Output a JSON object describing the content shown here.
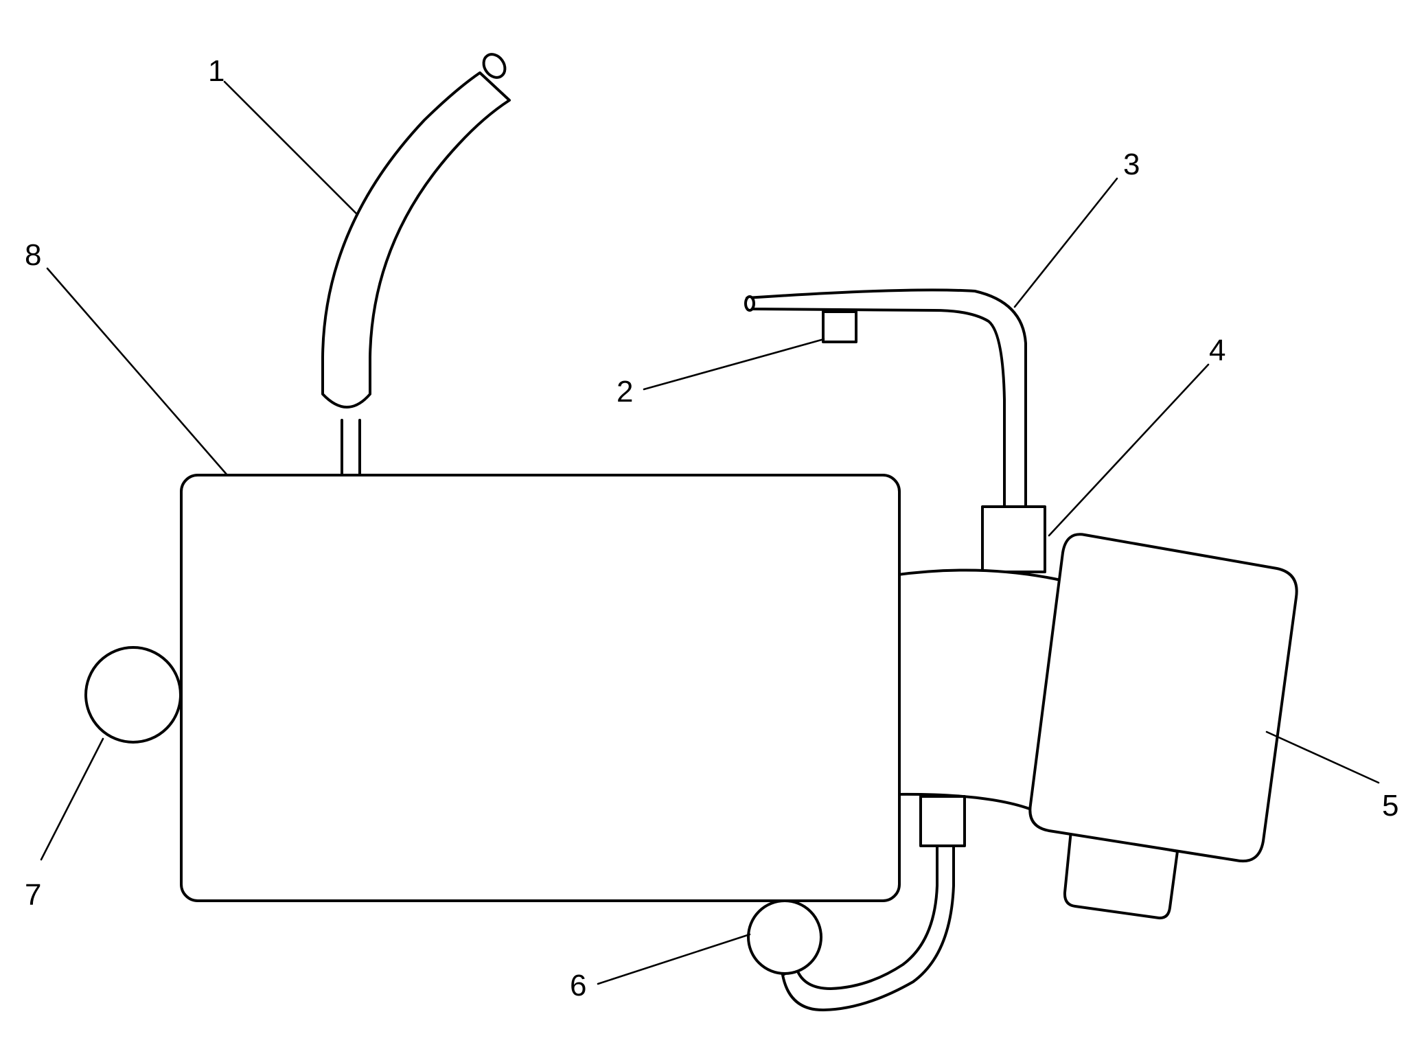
{
  "callouts": [
    {
      "id": 1,
      "label": "1"
    },
    {
      "id": 2,
      "label": "2"
    },
    {
      "id": 3,
      "label": "3"
    },
    {
      "id": 4,
      "label": "4"
    },
    {
      "id": 5,
      "label": "5"
    },
    {
      "id": 6,
      "label": "6"
    },
    {
      "id": 7,
      "label": "7"
    },
    {
      "id": 8,
      "label": "8"
    }
  ],
  "colors": {
    "line": "#000000",
    "background": "#ffffff"
  }
}
